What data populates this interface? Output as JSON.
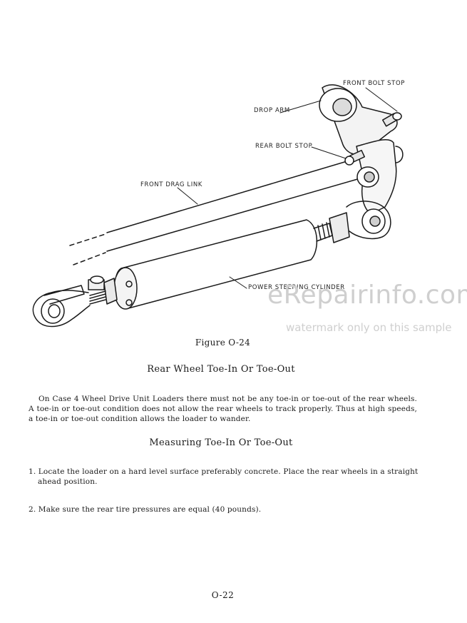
{
  "figure": {
    "labels": {
      "front_bolt_stop": "FRONT BOLT STOP",
      "drop_arm": "DROP ARM",
      "rear_bolt_stop": "REAR BOLT STOP",
      "front_drag_link": "FRONT DRAG LINK",
      "power_steering_cylinder": "POWER STEERING CYLINDER"
    },
    "caption": "Figure O-24"
  },
  "watermark": {
    "site": "eRepairinfo.com",
    "note": "watermark only on this sample"
  },
  "section1": {
    "heading": "Rear Wheel Toe-In Or Toe-Out",
    "paragraph": "On Case 4 Wheel Drive Unit Loaders there must not be any toe-in or toe-out of the rear wheels. A toe-in or toe-out condition does not allow the rear wheels to track properly. Thus at high speeds, a toe-in or toe-out condition allows the loader to wander."
  },
  "section2": {
    "heading": "Measuring Toe-In Or Toe-Out",
    "steps": [
      "1. Locate the loader on a hard level surface preferably concrete. Place the rear wheels in a straight ahead position.",
      "2. Make sure the rear tire pressures are equal (40 pounds)."
    ]
  },
  "page_number": "O-22"
}
